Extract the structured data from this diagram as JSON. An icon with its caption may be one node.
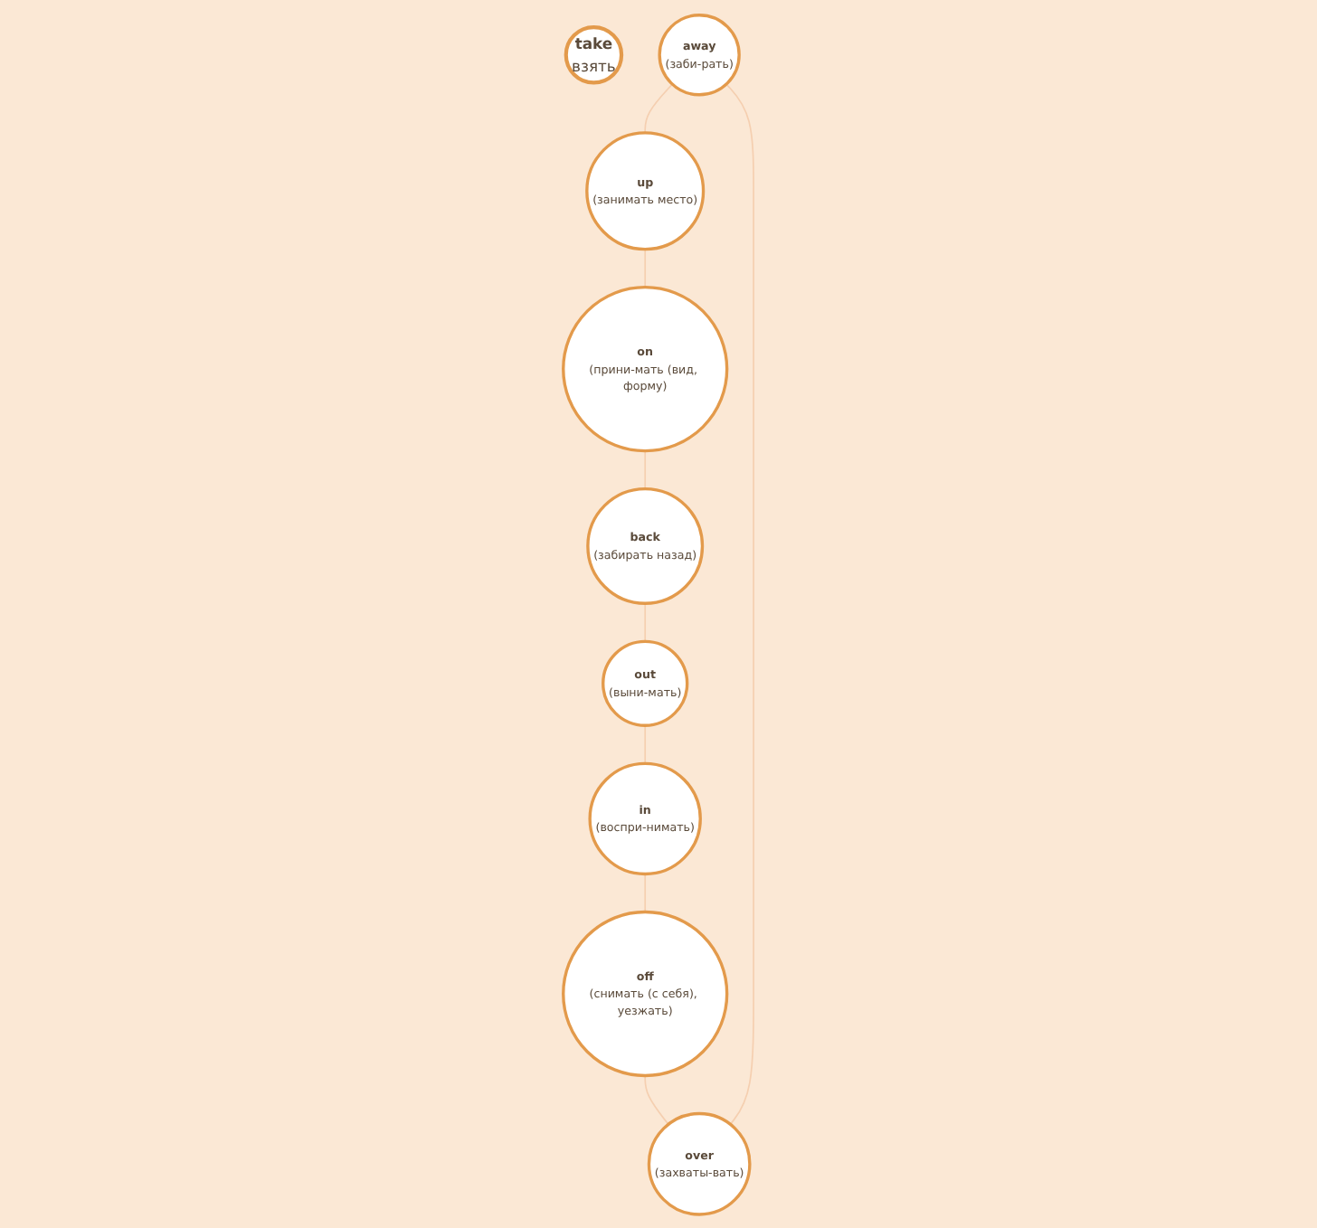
{
  "diagram": {
    "nodes": [
      {
        "text": [
          "take",
          "взять"
        ]
      },
      {
        "text": [
          "away",
          "(заби-рать)"
        ]
      },
      {
        "text": [
          "up",
          "(занимать место)"
        ]
      },
      {
        "text": [
          "on",
          "(прини-мать (вид, форму)"
        ]
      },
      {
        "text": [
          "back",
          "(забирать назад)"
        ]
      },
      {
        "text": [
          "out",
          "(выни-мать)"
        ]
      },
      {
        "text": [
          "in",
          "(воспри-нимать)"
        ]
      },
      {
        "text": [
          "off",
          "(снимать (с себя), уезжать)"
        ]
      },
      {
        "text": [
          "over",
          "(захваты-вать)"
        ]
      }
    ],
    "edges": [
      {
        "from": 1,
        "to": 2,
        "arrow": "none"
      },
      {
        "from": 2,
        "to": 3,
        "arrow": "none"
      },
      {
        "from": 3,
        "to": 4,
        "arrow": "none"
      },
      {
        "from": 4,
        "to": 5,
        "arrow": "none"
      },
      {
        "from": 5,
        "to": 6,
        "arrow": "none"
      },
      {
        "from": 6,
        "to": 7,
        "arrow": "none"
      },
      {
        "from": 7,
        "to": 8,
        "arrow": "none"
      },
      {
        "from": 8,
        "to": 1,
        "arrow": "none"
      }
    ]
  }
}
